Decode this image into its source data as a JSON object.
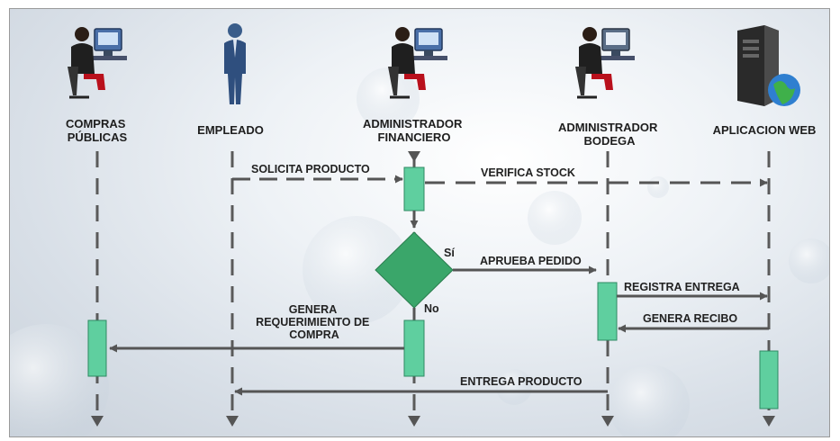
{
  "actors": {
    "compras": [
      "COMPRAS",
      "PÚBLICAS"
    ],
    "empleado": [
      "EMPLEADO"
    ],
    "financiero": [
      "ADMINISTRADOR",
      "FINANCIERO"
    ],
    "bodega": [
      "ADMINISTRADOR",
      "BODEGA"
    ],
    "web": [
      "APLICACION WEB"
    ]
  },
  "icons": {
    "compras": "person-at-computer-icon",
    "empleado": "businessman-icon",
    "financiero": "person-at-computer-icon",
    "bodega": "person-at-computer-icon",
    "web": "web-server-icon"
  },
  "messages": {
    "solicita": "SOLICITA PRODUCTO",
    "verifica": "VERIFICA STOCK",
    "aprueba": "APRUEBA PEDIDO",
    "registra": "REGISTRA ENTREGA",
    "recibo": "GENERA RECIBO",
    "genera_req": [
      "GENERA",
      "REQUERIMIENTO DE",
      "COMPRA"
    ],
    "entrega": "ENTREGA PRODUCTO"
  },
  "decision": {
    "yes": "Sí",
    "no": "No"
  },
  "colors": {
    "activation": "#5fcf9f",
    "decision": "#3aa66a",
    "line": "#555555"
  }
}
